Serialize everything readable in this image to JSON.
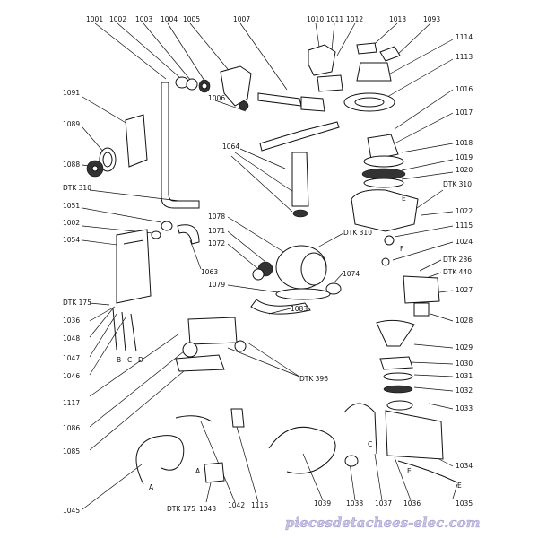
{
  "labels": {
    "p1001": "1001",
    "p1002": "1002",
    "p1003": "1003",
    "p1004": "1004",
    "p1005": "1005",
    "p1007": "1007",
    "p1010": "1010",
    "p1011": "1011",
    "p1012": "1012",
    "p1013": "1013",
    "p1093": "1093",
    "p1114": "1114",
    "p1113": "1113",
    "p1091": "1091",
    "p1006": "1006",
    "p1016": "1016",
    "p1017": "1017",
    "p1089": "1089",
    "p1064": "1064",
    "p1018": "1018",
    "p1019": "1019",
    "p1020": "1020",
    "p1088": "1088",
    "dtk310a": "DTK 310",
    "p1051": "1051",
    "dtk310b": "DTK 310",
    "p1022": "1022",
    "p1002b": "1002",
    "p1078": "1078",
    "p1071": "1071",
    "p1115": "1115",
    "p1054": "1054",
    "p1072": "1072",
    "dtk310c": "DTK 310",
    "p1024": "1024",
    "p1063": "1063",
    "p1074": "1074",
    "dtk286": "DTK 286",
    "dtk440": "DTK 440",
    "p1079": "1079",
    "p1027": "1027",
    "dtk175a": "DTK 175",
    "p1083": "1083",
    "p1036": "1036",
    "p1028": "1028",
    "p1048": "1048",
    "p1047": "1047",
    "p1029": "1029",
    "p1046": "1046",
    "p1030": "1030",
    "p1031": "1031",
    "dtk396": "DTK 396",
    "p1032": "1032",
    "p1117": "1117",
    "p1033": "1033",
    "p1086": "1086",
    "p1085": "1085",
    "p1034": "1034",
    "p1045": "1045",
    "dtk175b": "DTK 175",
    "p1043": "1043",
    "p1042": "1042",
    "p1116": "1116",
    "p1039": "1039",
    "p1038": "1038",
    "p1037": "1037",
    "p1036b": "1036",
    "p1035": "1035",
    "letterA1": "A",
    "letterA2": "A",
    "letterB": "B",
    "letterC1": "C",
    "letterC2": "C",
    "letterD": "D",
    "letterE1": "E",
    "letterE2": "E",
    "letterE3": "E",
    "letterF": "F"
  },
  "watermark": "piecesdetachees-elec.com"
}
